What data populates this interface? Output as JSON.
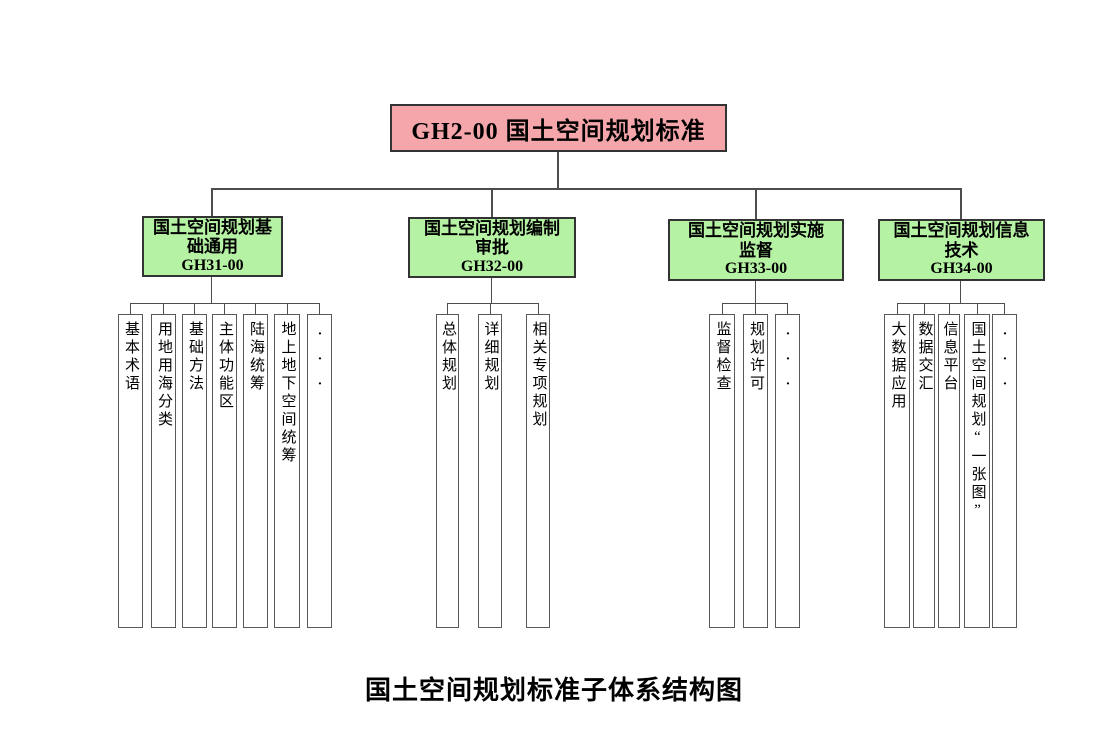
{
  "diagram": {
    "root": {
      "label": "GH2-00 国土空间规划标准"
    },
    "groups": [
      {
        "title_lines": [
          "国土空间规划基",
          "础通用"
        ],
        "code": "GH31-00",
        "children": [
          "基本术语",
          "用地用海分类",
          "基础方法",
          "主体功能区",
          "陆海统筹",
          "地上地下空间统筹",
          "···"
        ]
      },
      {
        "title_lines": [
          "国土空间规划编制",
          "审批"
        ],
        "code": "GH32-00",
        "children": [
          "总体规划",
          "详细规划",
          "相关专项规划"
        ]
      },
      {
        "title_lines": [
          "国土空间规划实施",
          "监督"
        ],
        "code": "GH33-00",
        "children": [
          "监督检查",
          "规划许可",
          "···"
        ]
      },
      {
        "title_lines": [
          "国土空间规划信息",
          "技术"
        ],
        "code": "GH34-00",
        "children": [
          "大数据应用",
          "数据交汇",
          "信息平台",
          "国土空间规划“一张图”",
          "···"
        ]
      }
    ],
    "caption": "国土空间规划标准子体系结构图",
    "colors": {
      "root_fill": "#f4a6aa",
      "group_fill": "#b5f2a3",
      "line": "#4d4d4d"
    }
  }
}
